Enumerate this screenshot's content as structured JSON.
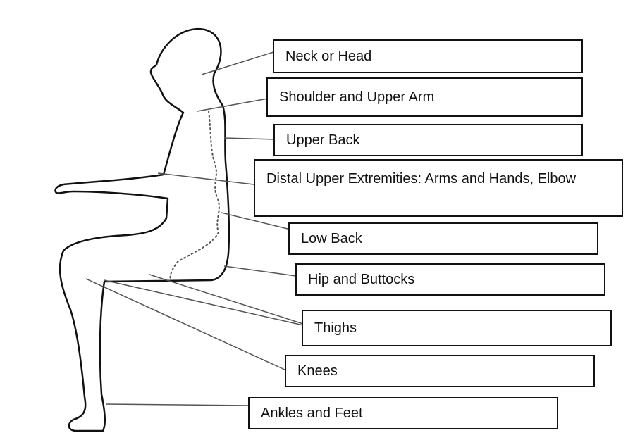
{
  "diagram": {
    "figure": "seated-human-silhouette-side-view",
    "line_color": "#111111",
    "leader_color": "#555555",
    "labels": {
      "neck_head": "Neck or Head",
      "shoulder_upper_arm": "Shoulder and Upper Arm",
      "upper_back": "Upper Back",
      "distal_upper_extremities": "Distal Upper Extremities: Arms and Hands, Elbow",
      "low_back": "Low Back",
      "hip_buttocks": "Hip and Buttocks",
      "thighs": "Thighs",
      "knees": "Knees",
      "ankles_feet": "Ankles and Feet"
    }
  }
}
